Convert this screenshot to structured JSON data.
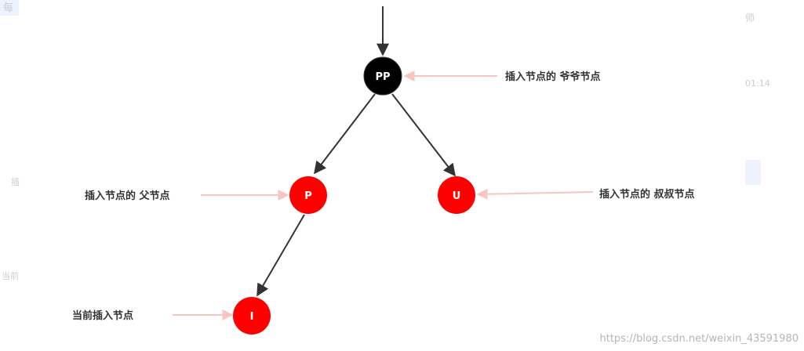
{
  "colors": {
    "black_node": "#000000",
    "red_node": "#ff0000",
    "edge": "#333333",
    "pointer": "#f7c6c2",
    "label_text": "#333333",
    "background_text": "#c8ccd4",
    "background_panel": "#eef2fc",
    "watermark": "#b5b5b5"
  },
  "nodes": {
    "pp": "PP",
    "p": "P",
    "u": "U",
    "i": "I"
  },
  "labels": {
    "grandparent": "插入节点的 爷爷节点",
    "parent": "插入节点的 父节点",
    "uncle": "插入节点的 叔叔节点",
    "current": "当前插入节点"
  },
  "background": {
    "top_left": "每",
    "right_teacher": "师",
    "right_time": "01:14",
    "left_mid": "插",
    "left_lower": "当前"
  },
  "watermark": "https://blog.csdn.net/weixin_43591980"
}
